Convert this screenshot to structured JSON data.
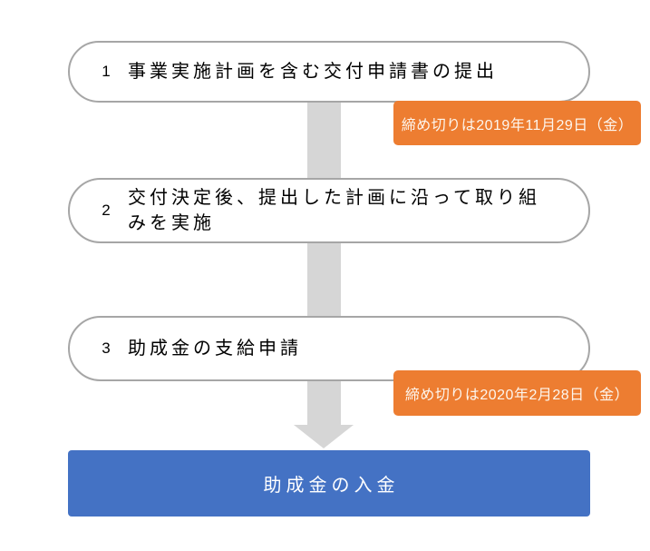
{
  "diagram": {
    "title": "grant-application-process-flow",
    "steps": [
      {
        "number": "1",
        "label": "事業実施計画を含む交付申請書の提出",
        "deadline": "締め切りは2019年11月29日（金）"
      },
      {
        "number": "2",
        "label": "交付決定後、提出した計画に沿って取り組みを実施"
      },
      {
        "number": "3",
        "label": "助成金の支給申請",
        "deadline": "締め切りは2020年2月28日（金）"
      }
    ],
    "final": {
      "label": "助成金の入金"
    },
    "colors": {
      "badge_orange": "#ed7d31",
      "final_blue": "#4472c4",
      "box_border_gray": "#a6a6a6",
      "connector_gray": "#d6d6d6"
    }
  }
}
